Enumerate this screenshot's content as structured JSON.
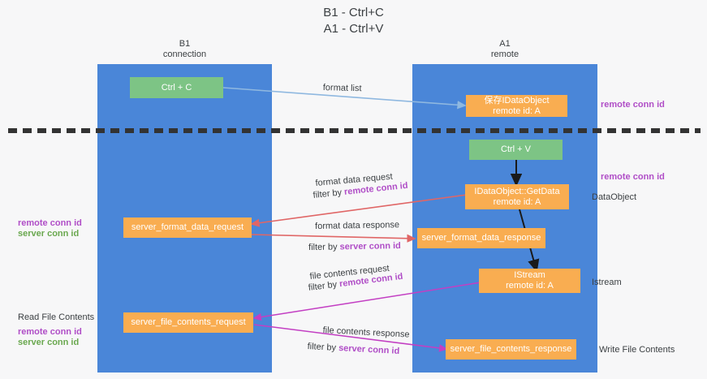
{
  "title": {
    "line1": "B1 - Ctrl+C",
    "line2": "A1 - Ctrl+V"
  },
  "columns": [
    {
      "name": "b1",
      "title": "B1",
      "subtitle": "connection"
    },
    {
      "name": "a1",
      "title": "A1",
      "subtitle": "remote"
    }
  ],
  "nodes": {
    "ctrl_c": {
      "line1": "Ctrl + C",
      "line2": ""
    },
    "save_idataobject": {
      "line1": "保存IDataObject",
      "line2": "remote id: A"
    },
    "ctrl_v": {
      "line1": "Ctrl + V",
      "line2": ""
    },
    "idataobject_getdata": {
      "line1": "IDataObject::GetData",
      "line2": "remote id: A"
    },
    "server_format_data_request": {
      "line1": "server_format_data_request",
      "line2": ""
    },
    "server_format_data_response": {
      "line1": "server_format_data_response",
      "line2": ""
    },
    "istream": {
      "line1": "IStream",
      "line2": "remote id: A"
    },
    "server_file_contents_request": {
      "line1": "server_file_contents_request",
      "line2": ""
    },
    "server_file_contents_response": {
      "line1": "server_file_contents_response",
      "line2": ""
    }
  },
  "edge_labels": {
    "format_list": "format list",
    "format_data_request": "format data request",
    "format_data_request_filter_prefix": "filter by ",
    "format_data_request_filter_key": "remote conn id",
    "format_data_response": "format data response",
    "format_data_response_filter_prefix": "filter by ",
    "format_data_response_filter_key": "server conn id",
    "file_contents_request": "file contents request",
    "file_contents_request_filter_prefix": "filter by ",
    "file_contents_request_filter_key": "remote conn id",
    "file_contents_response": "file contents response",
    "file_contents_response_filter_prefix": "filter by ",
    "file_contents_response_filter_key": "server conn id"
  },
  "right_notes": {
    "remote_conn_id_top": "remote conn id",
    "remote_conn_id_mid": "remote conn id",
    "dataobject": "DataObject",
    "istream": "Istream",
    "write_file_contents": "Write File Contents"
  },
  "left_notes": {
    "remote_conn_id_mid": "remote conn id",
    "server_conn_id_mid": "server conn id",
    "read_file_contents": "Read File Contents",
    "remote_conn_id_bottom": "remote conn id",
    "server_conn_id_bottom": "server conn id"
  },
  "colors": {
    "lane": "#4a86d8",
    "node_green": "#7dc485",
    "node_orange": "#f9ad51",
    "accent_purple": "#b04ec7",
    "accent_green": "#6aa84f",
    "arrow_blue": "#8fb8e0",
    "arrow_red": "#e06666",
    "arrow_magenta": "#c33fc3",
    "arrow_black": "#1a1a1a",
    "background": "#f7f7f8"
  }
}
